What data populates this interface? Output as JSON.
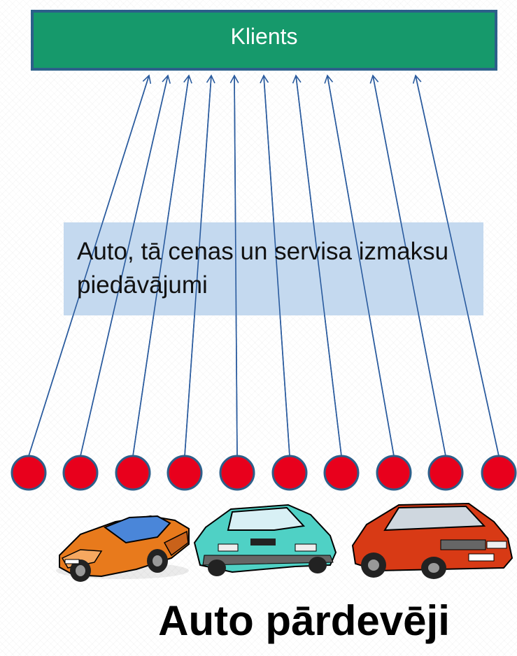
{
  "client": {
    "label": "Klients"
  },
  "offers": {
    "text": "Auto, tā cenas un servisa izmaksu piedāvājumi"
  },
  "dealers": {
    "title": "Auto pārdevēji",
    "count": 10
  },
  "colors": {
    "client_fill": "#16996b",
    "client_border": "#2c5f8a",
    "arrow": "#2a5b9e",
    "dealer_dot": "#e8001c",
    "dealer_dot_border": "#2c5f8a",
    "offer_box": "#c4d9ef"
  },
  "cars": [
    {
      "name": "orange-sports-car-icon",
      "color": "#e87a1c"
    },
    {
      "name": "teal-hatchback-car-icon",
      "color": "#4fd1c5"
    },
    {
      "name": "red-sedan-car-icon",
      "color": "#d83a15"
    }
  ]
}
